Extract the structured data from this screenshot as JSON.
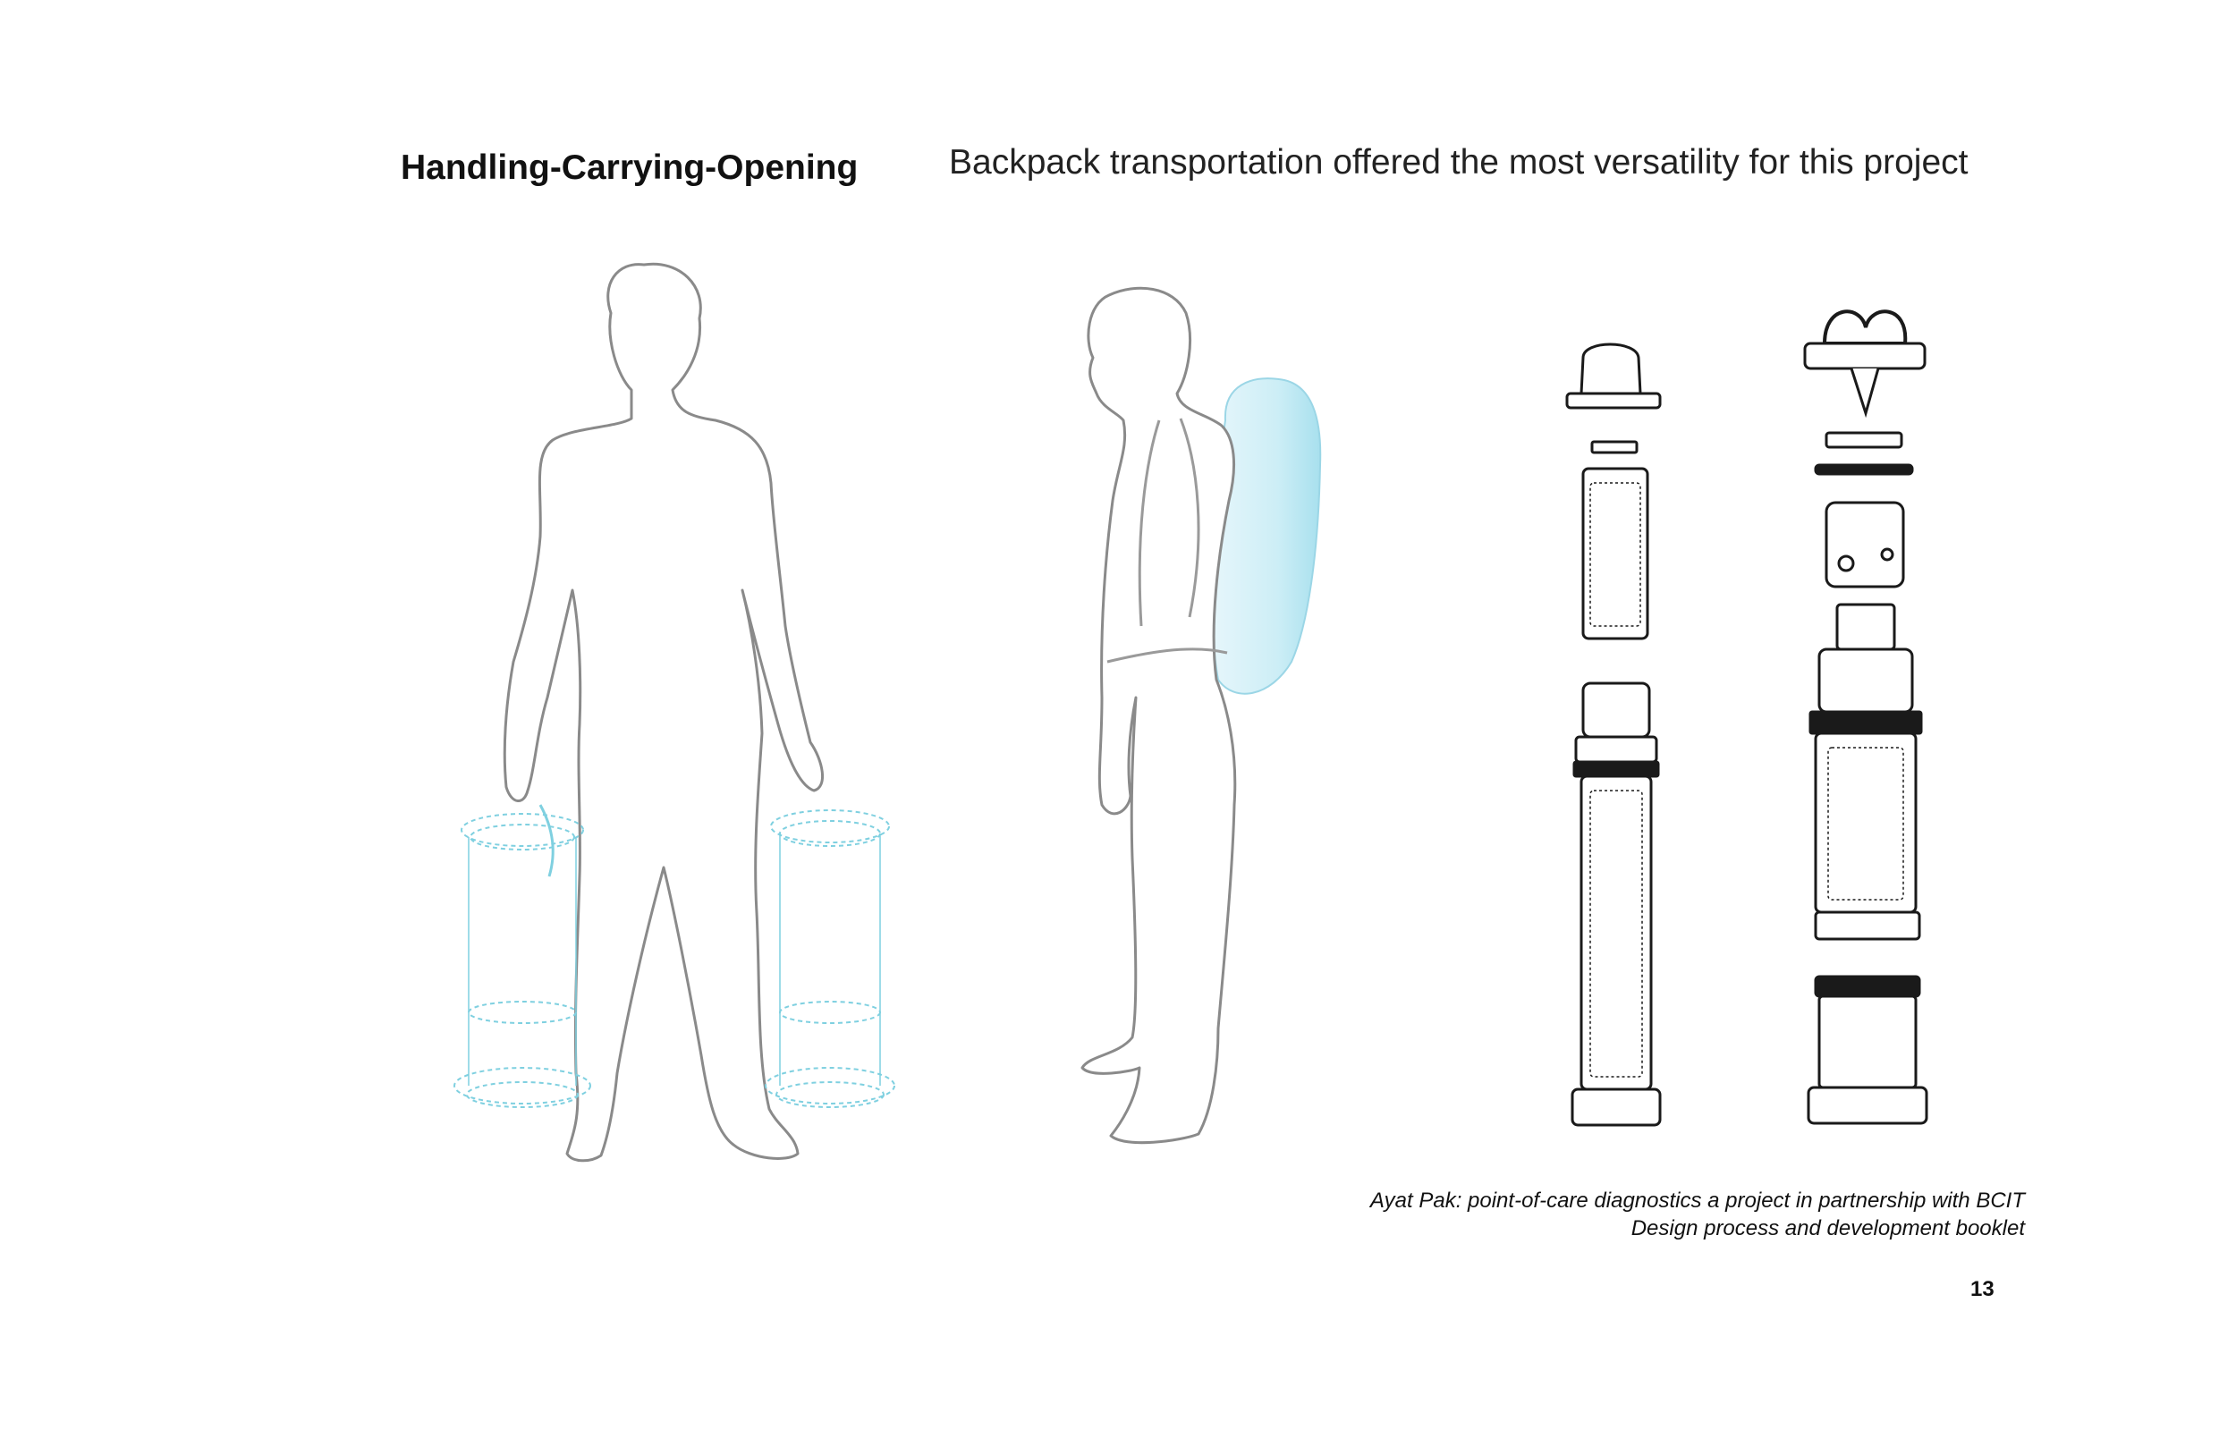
{
  "page": {
    "title": "Handling-Carrying-Opening",
    "subtitle": "Backpack transportation offered the most versatility for this project",
    "caption_line1": "Ayat Pak: point-of-care diagnostics a project in partnership with BCIT",
    "caption_line2": "Design process and development booklet",
    "page_number": "13"
  },
  "colors": {
    "outline": "#8a8a8a",
    "accent": "#7fd0e0",
    "line_art": "#1a1a1a"
  }
}
